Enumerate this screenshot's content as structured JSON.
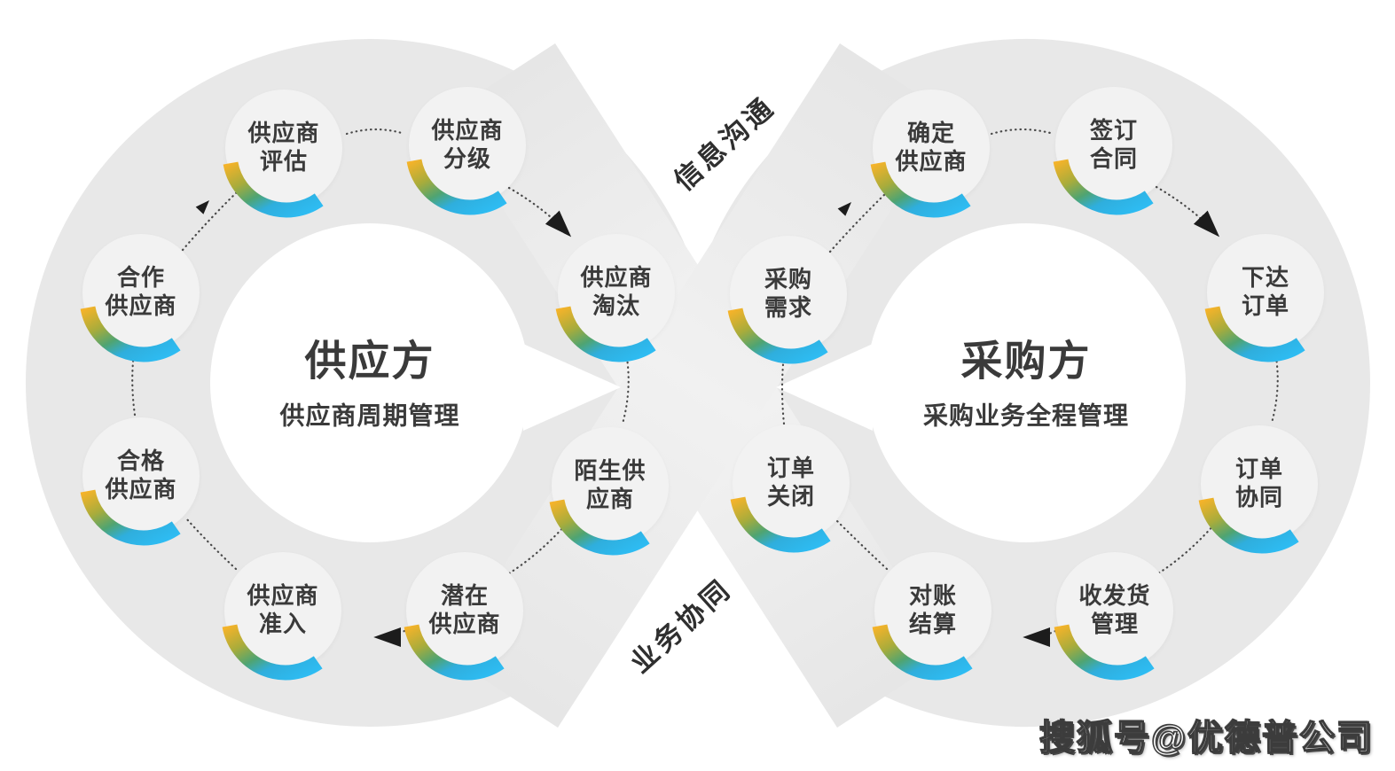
{
  "left_cycle": {
    "title": "供应方",
    "subtitle": "供应商周期管理",
    "nodes": [
      {
        "line1": "供应商",
        "line2": "评估"
      },
      {
        "line1": "供应商",
        "line2": "分级"
      },
      {
        "line1": "供应商",
        "line2": "淘汰"
      },
      {
        "line1": "陌生供",
        "line2": "应商"
      },
      {
        "line1": "潜在",
        "line2": "供应商"
      },
      {
        "line1": "供应商",
        "line2": "准入"
      },
      {
        "line1": "合格",
        "line2": "供应商"
      },
      {
        "line1": "合作",
        "line2": "供应商"
      }
    ]
  },
  "right_cycle": {
    "title": "采购方",
    "subtitle": "采购业务全程管理",
    "nodes": [
      {
        "line1": "确定",
        "line2": "供应商"
      },
      {
        "line1": "签订",
        "line2": "合同"
      },
      {
        "line1": "下达",
        "line2": "订单"
      },
      {
        "line1": "订单",
        "line2": "协同"
      },
      {
        "line1": "收发货",
        "line2": "管理"
      },
      {
        "line1": "对账",
        "line2": "结算"
      },
      {
        "line1": "订单",
        "line2": "关闭"
      },
      {
        "line1": "采购",
        "line2": "需求"
      }
    ]
  },
  "cross_links": {
    "top": "信息沟通",
    "bottom": "业务协同"
  },
  "watermark": "搜狐号@优德普公司",
  "colors": {
    "ring_gray": "#e8e8e8",
    "node_circle": "#f2f2f2",
    "text_dark": "#3a3a3a",
    "arc_yellow": "#F4B32A",
    "arc_olive": "#A9AC3B",
    "arc_green": "#4FA472",
    "arc_blue": "#2EBDF4"
  }
}
